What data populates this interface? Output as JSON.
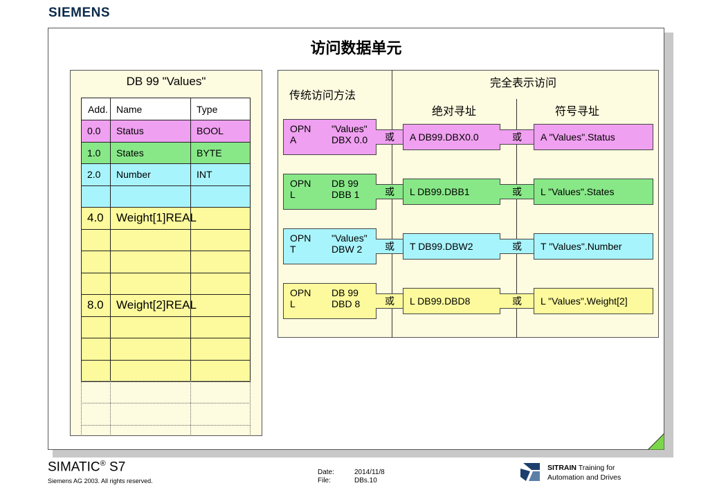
{
  "header": {
    "brand": "SIEMENS",
    "slide_title": "访问数据单元"
  },
  "db_table": {
    "title": "DB 99    \"Values\"",
    "columns": [
      "Add.",
      "Name",
      "Type"
    ],
    "rows": [
      {
        "addr": "0.0",
        "name": "Status",
        "type": "BOOL",
        "color": "#f0a0f0"
      },
      {
        "addr": "1.0",
        "name": "States",
        "type": "BYTE",
        "color": "#88e888"
      },
      {
        "addr": "2.0",
        "name": "Number",
        "type": "INT",
        "color": "#a8f4fc"
      },
      {
        "addr": "",
        "name": "",
        "type": "",
        "color": "#a8f4fc"
      },
      {
        "addr": "4.0",
        "name": "Weight[1]REAL",
        "type": "",
        "color": "#fcfa9c"
      },
      {
        "addr": "",
        "name": "",
        "type": "",
        "color": "#fcfa9c"
      },
      {
        "addr": "",
        "name": "",
        "type": "",
        "color": "#fcfa9c"
      },
      {
        "addr": "",
        "name": "",
        "type": "",
        "color": "#fcfa9c"
      },
      {
        "addr": "8.0",
        "name": "Weight[2]REAL",
        "type": "",
        "color": "#fcfa9c"
      },
      {
        "addr": "",
        "name": "",
        "type": "",
        "color": "#fcfa9c"
      },
      {
        "addr": "",
        "name": "",
        "type": "",
        "color": "#fcfa9c"
      },
      {
        "addr": "",
        "name": "",
        "type": "",
        "color": "#fcfa9c"
      }
    ]
  },
  "access": {
    "heading_traditional": "传统访问方法",
    "heading_full": "完全表示访问",
    "heading_absolute": "绝对寻址",
    "heading_symbolic": "符号寻址",
    "or_label": "或",
    "rows": [
      {
        "opn": "OPN",
        "opn_arg": "\"Values\"",
        "op": "A",
        "op_arg": "DBX 0.0",
        "absolute": "A    DB99.DBX0.0",
        "symbolic": "A    \"Values\".Status",
        "color": "#f0a0f0"
      },
      {
        "opn": "OPN",
        "opn_arg": "DB 99",
        "op": "L",
        "op_arg": "DBB 1",
        "absolute": "L    DB99.DBB1",
        "symbolic": "L    \"Values\".States",
        "color": "#88e888"
      },
      {
        "opn": "OPN",
        "opn_arg": "\"Values\"",
        "op": "T",
        "op_arg": "DBW 2",
        "absolute": "T    DB99.DBW2",
        "symbolic": "T \"Values\".Number",
        "color": "#a8f4fc"
      },
      {
        "opn": "OPN",
        "opn_arg": "DB 99",
        "op": "L",
        "op_arg": "DBD 8",
        "absolute": "L    DB99.DBD8",
        "symbolic": "L \"Values\".Weight[2]",
        "color": "#fcfa9c"
      }
    ]
  },
  "footer": {
    "product": "SIMATIC",
    "product_reg": "®",
    "product_suffix": " S7",
    "copyright": "Siemens AG 2003. All rights reserved.",
    "date_label": "Date:",
    "date_value": "2014/11/8",
    "file_label": "File:",
    "file_value": "DBs.10",
    "sitrain_bold": "SITRAIN",
    "sitrain_text": " Training for",
    "sitrain_line2": "Automation and Drives"
  }
}
